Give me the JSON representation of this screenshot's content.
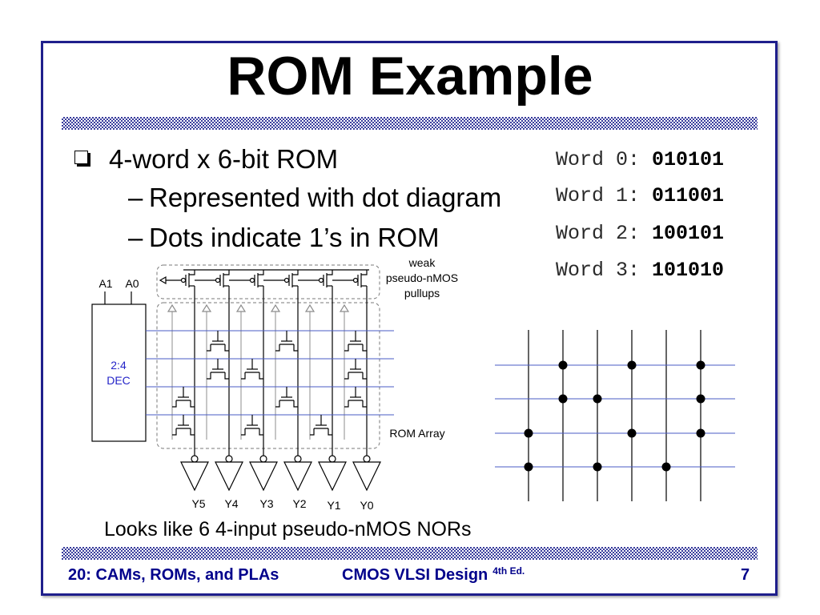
{
  "slide": {
    "title": "ROM Example",
    "bullets": {
      "main": "4-word x 6-bit ROM",
      "sub_marker": "–",
      "sub": [
        "Represented with dot diagram",
        "Dots indicate 1’s in ROM"
      ]
    },
    "words": [
      {
        "label": "Word 0:",
        "value": "010101"
      },
      {
        "label": "Word 1:",
        "value": "011001"
      },
      {
        "label": "Word 2:",
        "value": "100101"
      },
      {
        "label": "Word 3:",
        "value": "101010"
      }
    ],
    "circuit": {
      "address_inputs": [
        "A1",
        "A0"
      ],
      "decoder": [
        "2:4",
        "DEC"
      ],
      "pullup_note": [
        "weak",
        "pseudo-nMOS",
        "pullups"
      ],
      "array_label": "ROM Array",
      "outputs": [
        "Y5",
        "Y4",
        "Y3",
        "Y2",
        "Y1",
        "Y0"
      ]
    },
    "caption": "Looks like 6 4-input pseudo-nMOS NORs",
    "footer": {
      "left": "20: CAMs, ROMs, and PLAs",
      "center": "CMOS VLSI Design",
      "center_sup": "4th Ed.",
      "page": "7"
    }
  },
  "colors": {
    "frame": "#1f1f8c",
    "hatch": "#383c9c",
    "footer_text": "#00008b",
    "wordline": "#4a5bc4",
    "decoder_text": "#2424c8",
    "ground_line": "#8c8c8c"
  }
}
